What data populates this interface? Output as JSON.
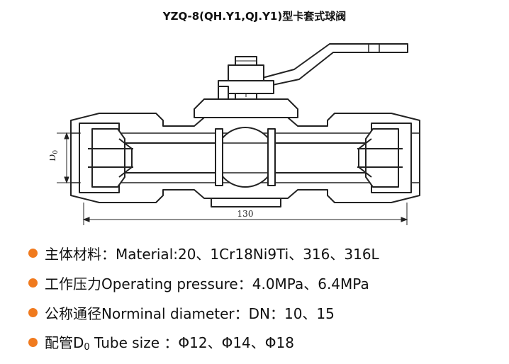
{
  "title": "YZQ-8(QH.Y1,QJ.Y1)型卡套式球阀",
  "drawing": {
    "dimension_label": "130",
    "d0_label": "D",
    "d0_sub": "0"
  },
  "colors": {
    "bullet": "#f07a1e",
    "line": "#222222"
  },
  "specs": [
    {
      "text": "主体材料：Material:20、1Cr18Ni9Ti、316、316L"
    },
    {
      "text": "工作压力Operating pressure：4.0MPa、6.4MPa"
    },
    {
      "text": "公称通径Norminal diameter：DN：10、15"
    },
    {
      "prefix": "配管D",
      "sub": "0",
      "suffix": " Tube size ：Φ12、Φ14、Φ18"
    }
  ]
}
